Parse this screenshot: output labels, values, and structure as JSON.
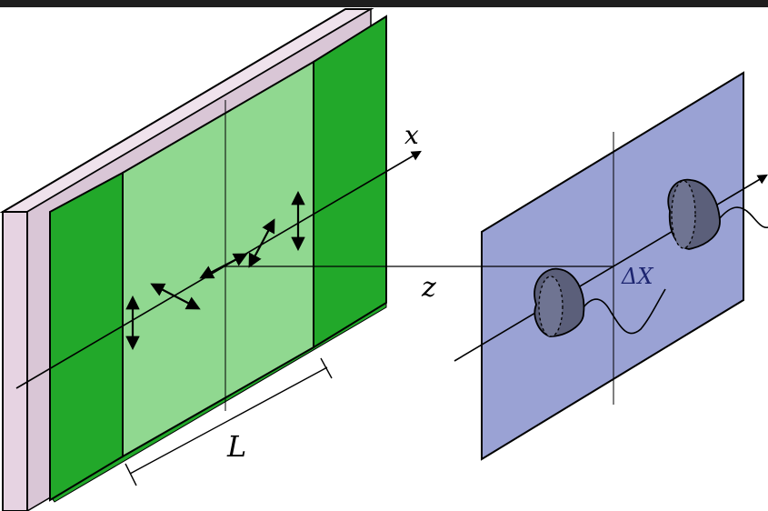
{
  "labels": {
    "x_axis": "x",
    "z_axis": "z",
    "length": "L",
    "delta_x": "ΔX"
  },
  "colors": {
    "top_bar": "#1e1e1e",
    "back_plate": "#e6d3e2",
    "green_dark": "#22a82a",
    "green_light": "#90d890",
    "screen": "#9aa2d4",
    "lobe": "#5b5f7a",
    "delta_x_text": "#1d2570",
    "line": "#000000"
  }
}
